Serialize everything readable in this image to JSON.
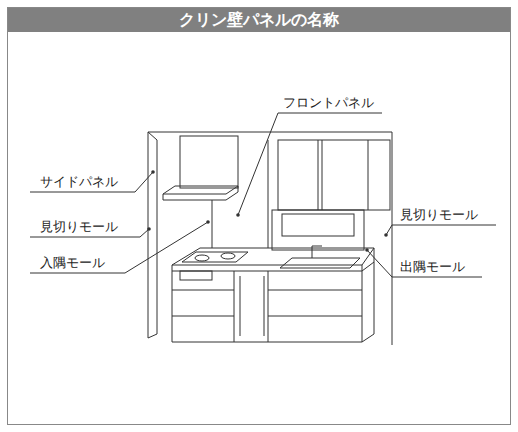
{
  "diagram": {
    "title": "クリン壁パネルの名称",
    "labels": [
      "フロントパネル",
      "サイドパネル",
      "見切りモール",
      "入隅モール",
      "見切りモール",
      "出隅モール"
    ]
  }
}
